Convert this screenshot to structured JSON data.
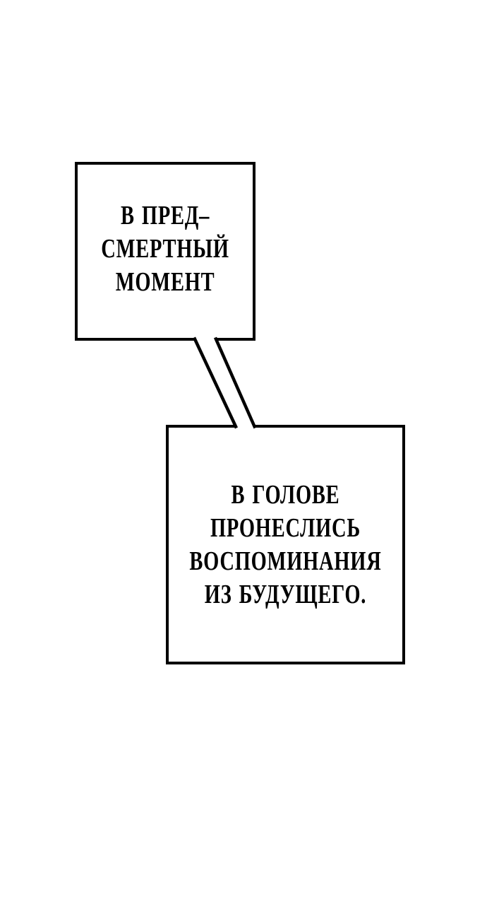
{
  "page": {
    "kind": "comic-panel",
    "background": "#ffffff"
  },
  "colors": {
    "ink": "#000000",
    "paper": "#ffffff"
  },
  "bubbles": [
    {
      "name": "top-caption",
      "lines": [
        "В ПРЕД–",
        "СМЕРТНЫЙ",
        "МОМЕНТ"
      ]
    },
    {
      "name": "bottom-caption",
      "lines": [
        "В ГОЛОВЕ",
        "ПРОНЕСЛИСЬ",
        "ВОСПОМИНАНИЯ",
        "ИЗ БУДУЩЕГО."
      ]
    }
  ]
}
